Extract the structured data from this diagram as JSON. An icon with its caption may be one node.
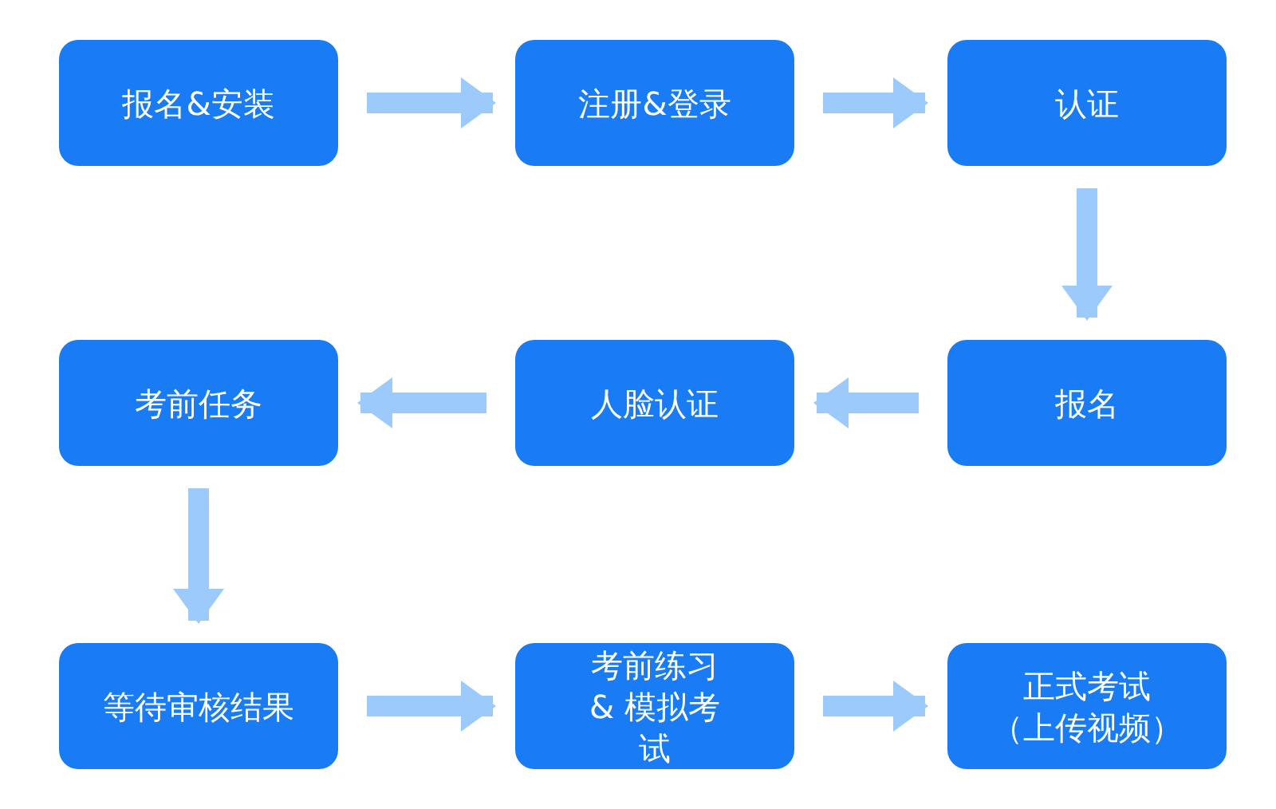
{
  "diagram": {
    "nodes": [
      {
        "text": [
          "报名&安装"
        ]
      },
      {
        "text": [
          "注册&登录"
        ]
      },
      {
        "text": [
          "认证"
        ]
      },
      {
        "text": [
          "考前任务"
        ]
      },
      {
        "text": [
          "人脸认证"
        ]
      },
      {
        "text": [
          "报名"
        ]
      },
      {
        "text": [
          "等待审核结果"
        ]
      },
      {
        "text": [
          "考前练习 & 模拟考试"
        ]
      },
      {
        "text": [
          "正式考试",
          "（上传视频）"
        ]
      }
    ],
    "edges": [
      {
        "from": 0,
        "to": 1,
        "arrow": "to"
      },
      {
        "from": 1,
        "to": 2,
        "arrow": "to"
      },
      {
        "from": 2,
        "to": 5,
        "arrow": "to"
      },
      {
        "from": 5,
        "to": 4,
        "arrow": "to"
      },
      {
        "from": 4,
        "to": 3,
        "arrow": "to"
      },
      {
        "from": 3,
        "to": 6,
        "arrow": "to"
      },
      {
        "from": 6,
        "to": 7,
        "arrow": "to"
      },
      {
        "from": 7,
        "to": 8,
        "arrow": "to"
      }
    ]
  }
}
